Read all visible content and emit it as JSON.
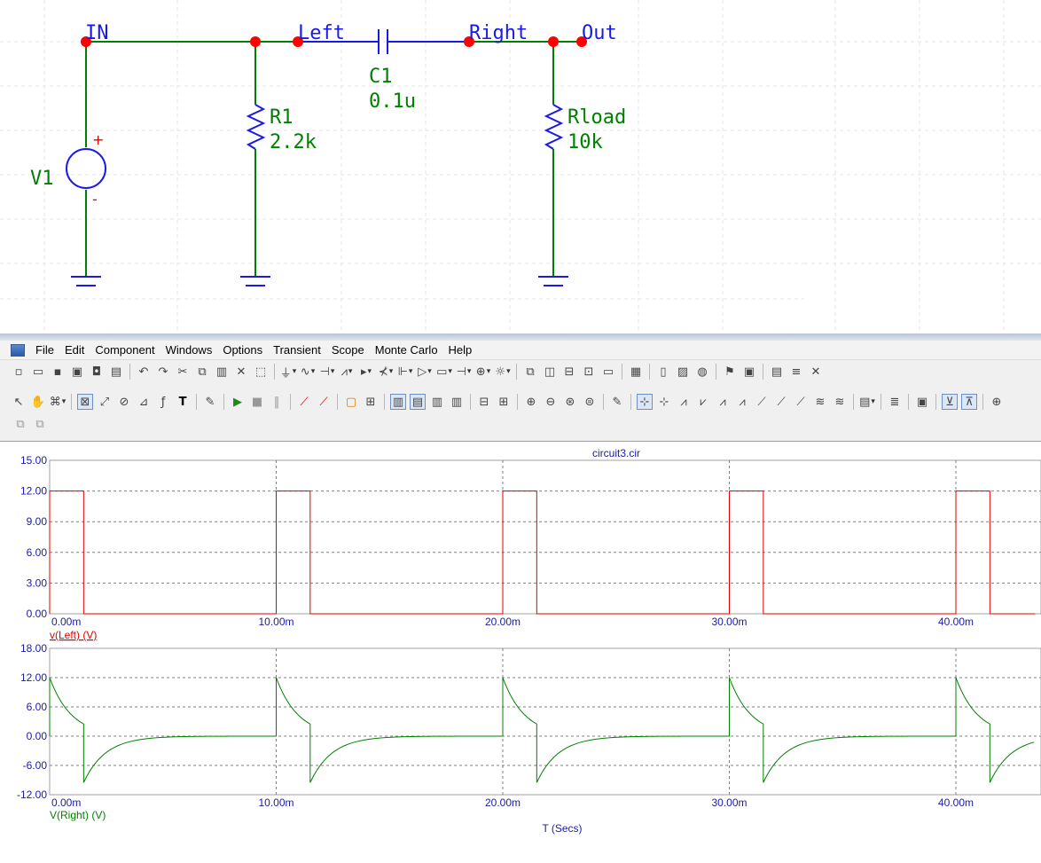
{
  "schematic": {
    "nodes": {
      "in": "IN",
      "left": "Left",
      "right": "Right",
      "out": "Out"
    },
    "components": {
      "v1": {
        "name": "V1",
        "plus": "+",
        "minus": "-"
      },
      "r1": {
        "name": "R1",
        "value": "2.2k"
      },
      "c1": {
        "name": "C1",
        "value": "0.1u"
      },
      "rload": {
        "name": "Rload",
        "value": "10k"
      }
    },
    "colors": {
      "wire": "#008000",
      "node_label": "#1a1ae6",
      "component_label": "#008000",
      "node_dot": "#ff0000",
      "pin": "#e00000"
    }
  },
  "menu": [
    "File",
    "Edit",
    "Component",
    "Windows",
    "Options",
    "Transient",
    "Scope",
    "Monte Carlo",
    "Help"
  ],
  "toolbar_icons": {
    "row1": [
      "new-icon",
      "open-icon",
      "save-icon",
      "save-as-icon",
      "print-preview-icon",
      "print-icon",
      "undo-icon",
      "redo-icon",
      "cut-icon",
      "copy-icon",
      "paste-icon",
      "delete-icon",
      "select-area-icon",
      "ground-icon",
      "sine-source-icon",
      "capacitor-icon",
      "resistor-icon",
      "diode-icon",
      "npn-icon",
      "nmos-icon",
      "opamp-icon",
      "block-icon",
      "battery-icon",
      "source-icon",
      "lamp-icon",
      "cascade-icon",
      "tile-horizontal-icon",
      "tile-vertical-icon",
      "windows-icon",
      "window-icon",
      "calculator-icon",
      "component-editor-icon",
      "properties-icon",
      "globe-icon",
      "flags-icon",
      "info-icon",
      "export-icon",
      "text-icon",
      "close-icon"
    ],
    "row2": [
      "pointer-icon",
      "pan-icon",
      "scale-icon",
      "scale-mode-icon",
      "maximize-icon",
      "cursor-mode-icon",
      "probe-icon",
      "function-icon",
      "text-icon",
      "note-icon",
      "run-icon",
      "stop-icon",
      "pause-icon",
      "tangent-icon",
      "slope-icon",
      "tag-icon",
      "point-tag-icon",
      "grid-icon",
      "grid-2-icon",
      "grid-3-icon",
      "grid-4-icon",
      "pane-1-icon",
      "pane-2-icon",
      "zoom-in-icon",
      "zoom-out-icon",
      "zoom-fit-icon",
      "zoom-area-icon",
      "tokens-icon",
      "peak-icon",
      "valley-icon",
      "high-icon",
      "low-icon",
      "inflection-icon",
      "global-high-icon",
      "global-low-icon",
      "top-icon",
      "bottom-icon",
      "slope-max-icon",
      "slope-min-icon",
      "copy-plot-icon",
      "list-icon",
      "print-plot-icon",
      "stack-icon",
      "unstack-icon",
      "zoom-icon"
    ],
    "row3": [
      "group-icon",
      "ungroup-icon"
    ]
  },
  "chart_data": [
    {
      "type": "line",
      "title": "circuit3.cir",
      "series": [
        {
          "name": "v(Left) (V)",
          "color": "#e00000",
          "shape": "pulse",
          "x": [
            0,
            1.5,
            10,
            11.5,
            20,
            21.5,
            30,
            31.5,
            40,
            41.5
          ],
          "levels": [
            12,
            0
          ]
        }
      ],
      "x_ticks": [
        "0.00m",
        "10.00m",
        "20.00m",
        "30.00m",
        "40.00m"
      ],
      "y_ticks": [
        "15.00",
        "12.00",
        "9.00",
        "6.00",
        "3.00",
        "0.00"
      ],
      "xlim": [
        0,
        43.5
      ],
      "ylim": [
        0,
        15
      ],
      "grid": true
    },
    {
      "type": "line",
      "series": [
        {
          "name": "V(Right) (V)",
          "color": "#008000",
          "shape": "rc-differentiated",
          "peak": 12,
          "decay_to": 2.5,
          "undershoot": -9.5,
          "edges_ms": [
            0,
            1.5,
            10,
            11.5,
            20,
            21.5,
            30,
            31.5,
            40,
            41.5
          ]
        }
      ],
      "x_ticks": [
        "0.00m",
        "10.00m",
        "20.00m",
        "30.00m",
        "40.00m"
      ],
      "y_ticks": [
        "18.00",
        "12.00",
        "6.00",
        "0.00",
        "-6.00",
        "-12.00"
      ],
      "xlabel": "T (Secs)",
      "xlim": [
        0,
        43.5
      ],
      "ylim": [
        -12,
        18
      ],
      "grid": true
    }
  ]
}
